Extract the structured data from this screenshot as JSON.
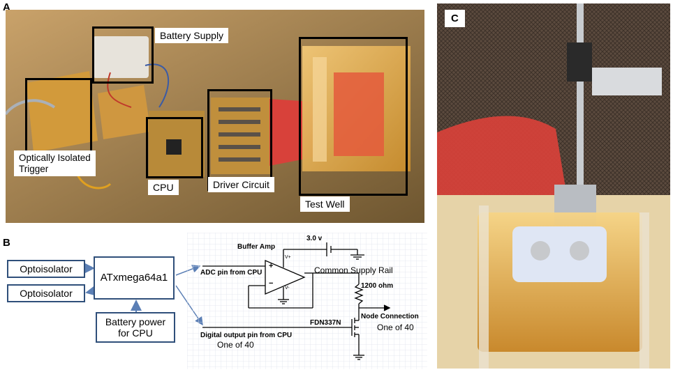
{
  "panel_letters": {
    "a": "A",
    "b": "B",
    "c": "C"
  },
  "photo_a_labels": {
    "battery": "Battery Supply",
    "trigger": "Optically Isolated\nTrigger",
    "cpu": "CPU",
    "driver": "Driver Circuit",
    "well": "Test Well"
  },
  "block_diagram": {
    "opto1": "Optoisolator",
    "opto2": "Optoisolator",
    "mcu": "ATxmega64a1",
    "battery": "Battery power\nfor CPU"
  },
  "schematic": {
    "buffer_amp": "Buffer Amp",
    "voltage": "3.0 v",
    "vplus": "V+",
    "vminus": "V-",
    "plus": "+",
    "minus": "−",
    "adc": "ADC pin from CPU",
    "rail": "Common Supply Rail",
    "resistor": "1200 ohm",
    "node": "Node Connection",
    "node_count": "One of 40",
    "fet": "FDN337N",
    "digital": "Digital output pin from CPU",
    "digital_count": "One of 40"
  },
  "colors": {
    "block_border": "#2f4f7a",
    "arrow": "#5b7fb5",
    "grid": "#dfe3ec",
    "ribbon_cable": "#d8413a",
    "acrylic_well": "#e9b44a"
  }
}
